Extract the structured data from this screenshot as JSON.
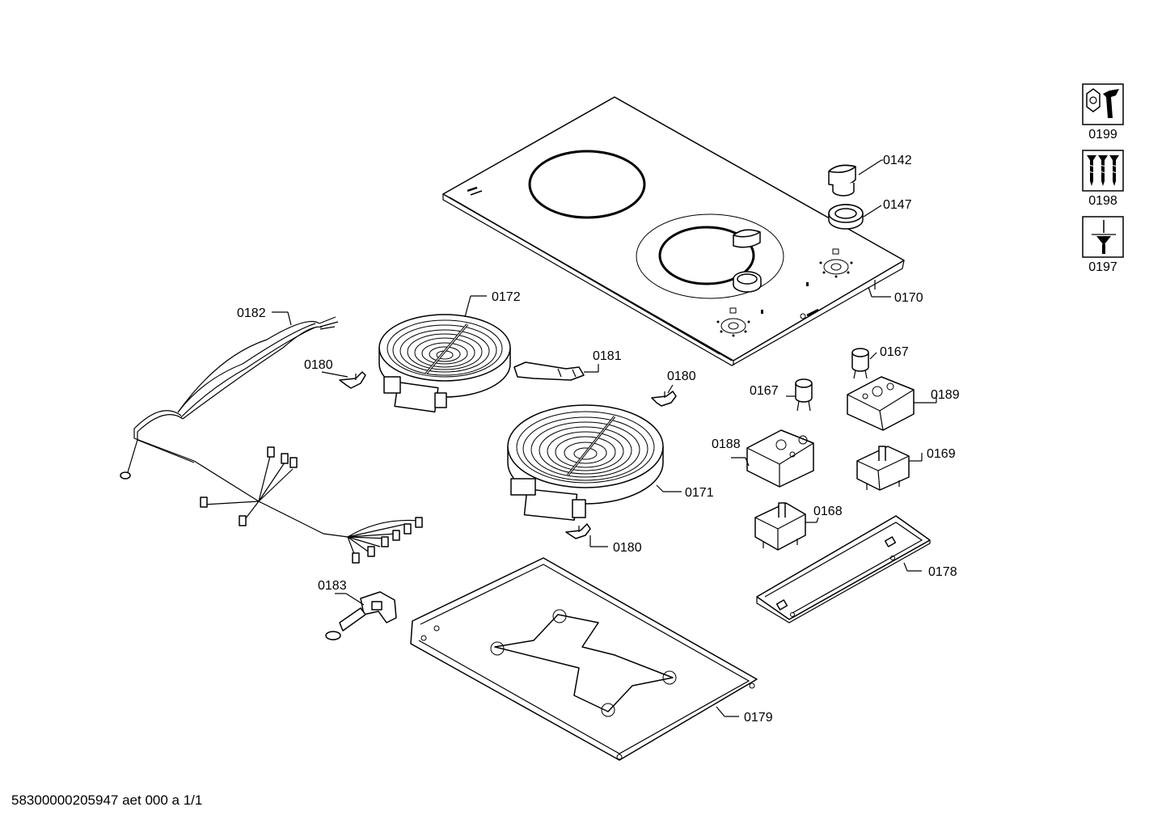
{
  "callouts": {
    "c0142": "0142",
    "c0147": "0147",
    "c0170": "0170",
    "c0172": "0172",
    "c0182": "0182",
    "c0180a": "0180",
    "c0181": "0181",
    "c0180b": "0180",
    "c0167a": "0167",
    "c0167b": "0167",
    "c0189": "0189",
    "c0188": "0188",
    "c0169": "0169",
    "c0171": "0171",
    "c0168": "0168",
    "c0180c": "0180",
    "c0178": "0178",
    "c0183": "0183",
    "c0179": "0179"
  },
  "service_icons": [
    {
      "code": "0199",
      "icon": "wrench-nut-icon"
    },
    {
      "code": "0198",
      "icon": "screws-icon"
    },
    {
      "code": "0197",
      "icon": "screwdriver-icon"
    }
  ],
  "footer": "58300000205947 aet 000 a 1/1"
}
